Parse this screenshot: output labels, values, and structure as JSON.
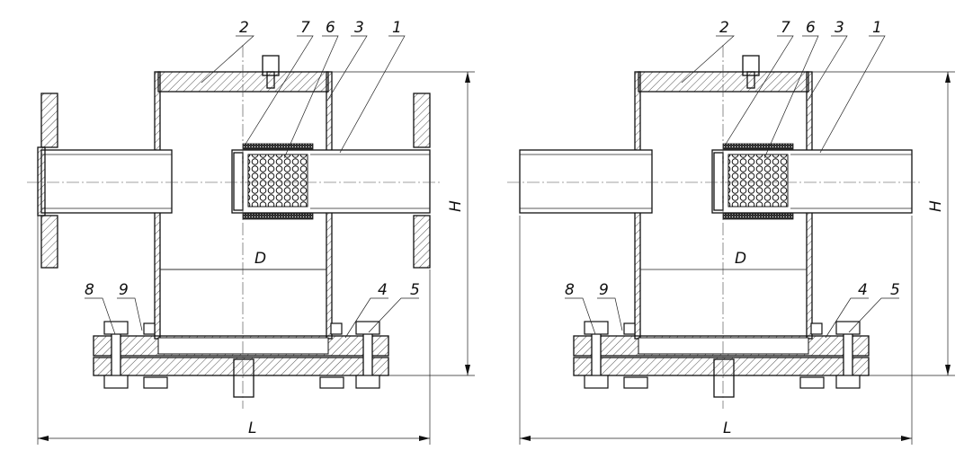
{
  "drawings": [
    {
      "id": "left",
      "has_flanges": true,
      "callouts": {
        "c1": "1",
        "c2": "2",
        "c3": "3",
        "c4": "4",
        "c5": "5",
        "c6": "6",
        "c7": "7",
        "c8": "8",
        "c9": "9"
      },
      "dimensions": {
        "diameter": "D",
        "height": "H",
        "length": "L"
      }
    },
    {
      "id": "right",
      "has_flanges": false,
      "callouts": {
        "c1": "1",
        "c2": "2",
        "c3": "3",
        "c4": "4",
        "c5": "5",
        "c6": "6",
        "c7": "7",
        "c8": "8",
        "c9": "9"
      },
      "dimensions": {
        "diameter": "D",
        "height": "H",
        "length": "L"
      }
    }
  ],
  "colors": {
    "line": "#111111",
    "background": "#ffffff"
  }
}
